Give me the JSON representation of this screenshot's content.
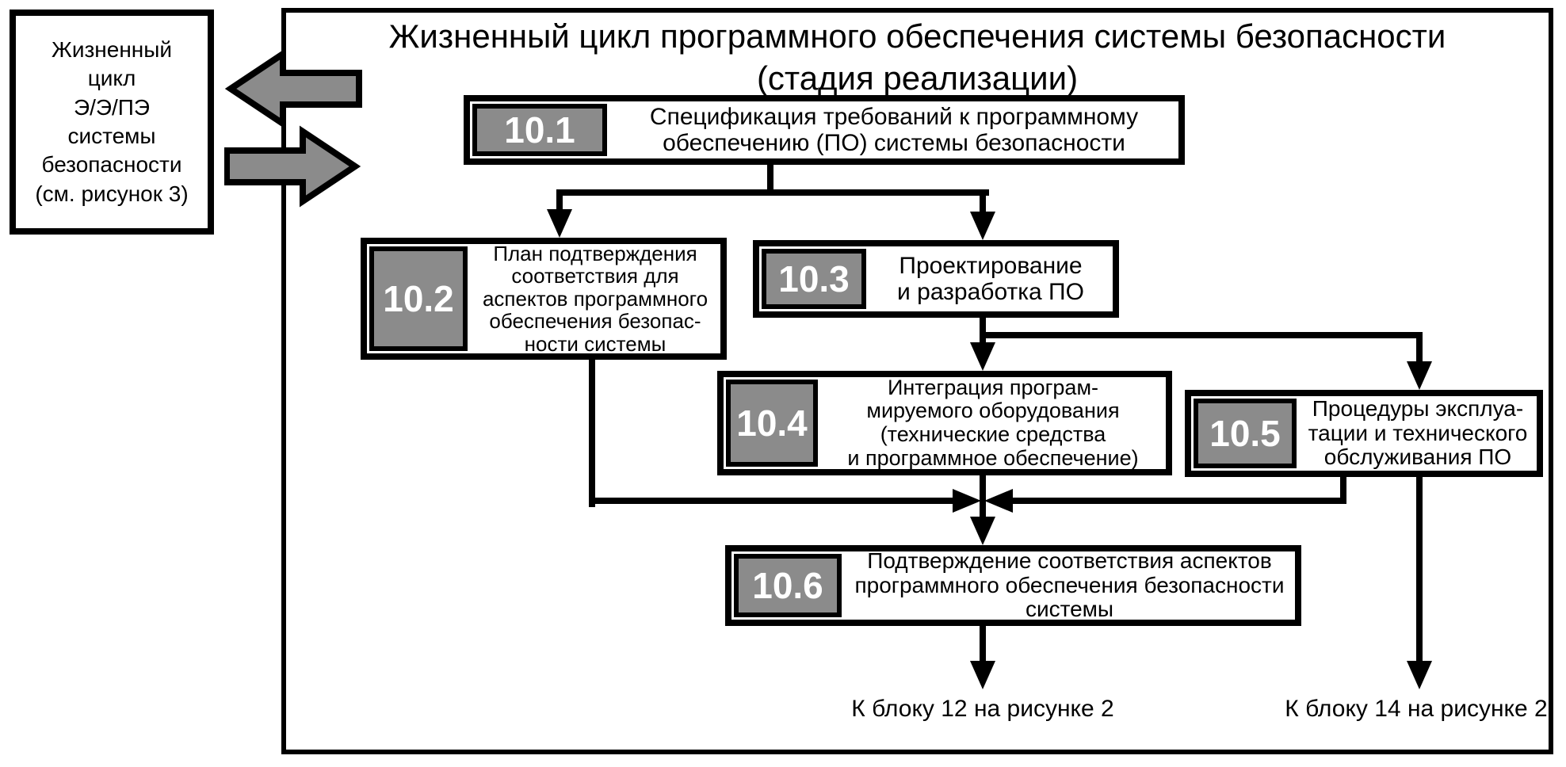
{
  "diagram": {
    "external_box": {
      "text": "Жизненный\nцикл\nЭ/Э/ПЭ\nсистемы\nбезопасности\n(см. рисунок 3)"
    },
    "title_line1": "Жизненный цикл программного обеспечения системы безопасности",
    "title_line2": "(стадия реализации)",
    "blocks": [
      {
        "id": "10.1",
        "label": "Спецификация требований к программному\nобеспечению (ПО) системы безопасности"
      },
      {
        "id": "10.2",
        "label": "План подтверждения\nсоответствия для\nаспектов программного\nобеспечения безопас-\nности системы"
      },
      {
        "id": "10.3",
        "label": "Проектирование\nи разработка ПО"
      },
      {
        "id": "10.4",
        "label": "Интеграция програм-\nмируемого оборудования\n(технические средства\nи программное обеспечение)"
      },
      {
        "id": "10.5",
        "label": "Процедуры эксплуа-\nтации и технического\nобслуживания ПО"
      },
      {
        "id": "10.6",
        "label": "Подтверждение соответствия аспектов\nпрограммного обеспечения безопасности\nсистемы"
      }
    ],
    "exit_labels": [
      {
        "text": "К блоку 12 на рисунке 2"
      },
      {
        "text": "К блоку 14 на рисунке 2"
      }
    ],
    "colors": {
      "badge_gray": "#8b8b8b",
      "arrow_gray": "#8b8b8b",
      "line_black": "#000000",
      "background": "#ffffff"
    }
  }
}
